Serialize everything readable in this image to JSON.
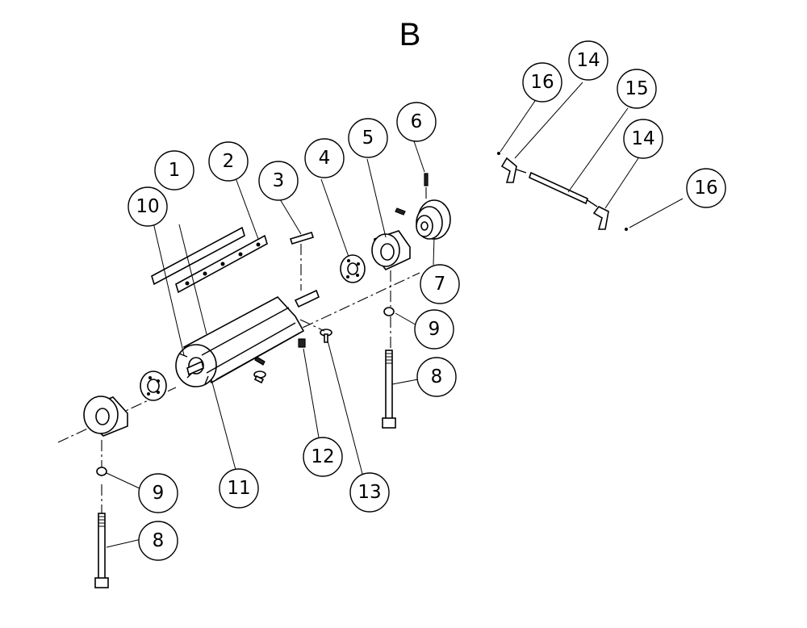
{
  "section_label": "B",
  "balloons": {
    "b1": "1",
    "b2": "2",
    "b3": "3",
    "b4": "4",
    "b5": "5",
    "b6": "6",
    "b7": "7",
    "b8a": "8",
    "b8b": "8",
    "b9a": "9",
    "b9b": "9",
    "b10": "10",
    "b11": "11",
    "b12": "12",
    "b13": "13",
    "b14a": "14",
    "b14b": "14",
    "b15": "15",
    "b16a": "16",
    "b16b": "16"
  }
}
